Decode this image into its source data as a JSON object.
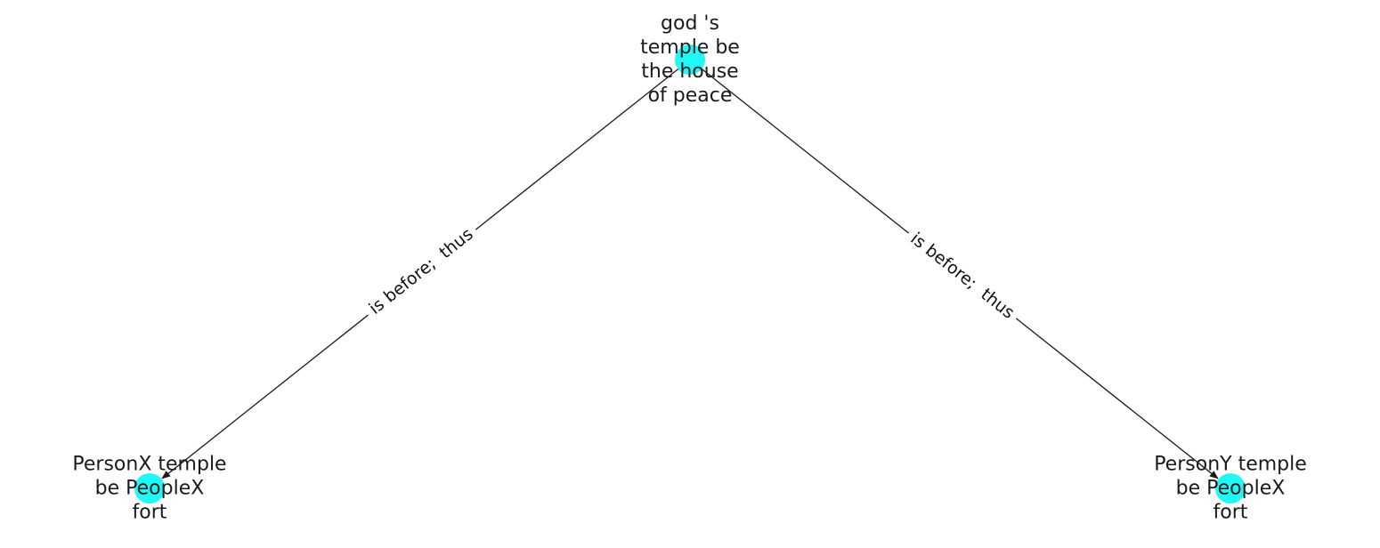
{
  "colors": {
    "node_fill": "#22f7f7",
    "edge": "#1a1a1a",
    "text": "#1a1a1a",
    "background": "#ffffff"
  },
  "nodes": [
    {
      "id": "top",
      "lines": [
        "god 's",
        "temple be",
        "the house",
        "of peace"
      ]
    },
    {
      "id": "left",
      "lines": [
        "PersonX temple",
        "be PeopleX",
        "fort"
      ]
    },
    {
      "id": "right",
      "lines": [
        "PersonY temple",
        "be PeopleX",
        "fort"
      ]
    }
  ],
  "edges": [
    {
      "id": "top-to-left",
      "from": "top",
      "to": "left",
      "label": "is before;  thus"
    },
    {
      "id": "top-to-right",
      "from": "top",
      "to": "right",
      "label": "is before;  thus"
    }
  ]
}
